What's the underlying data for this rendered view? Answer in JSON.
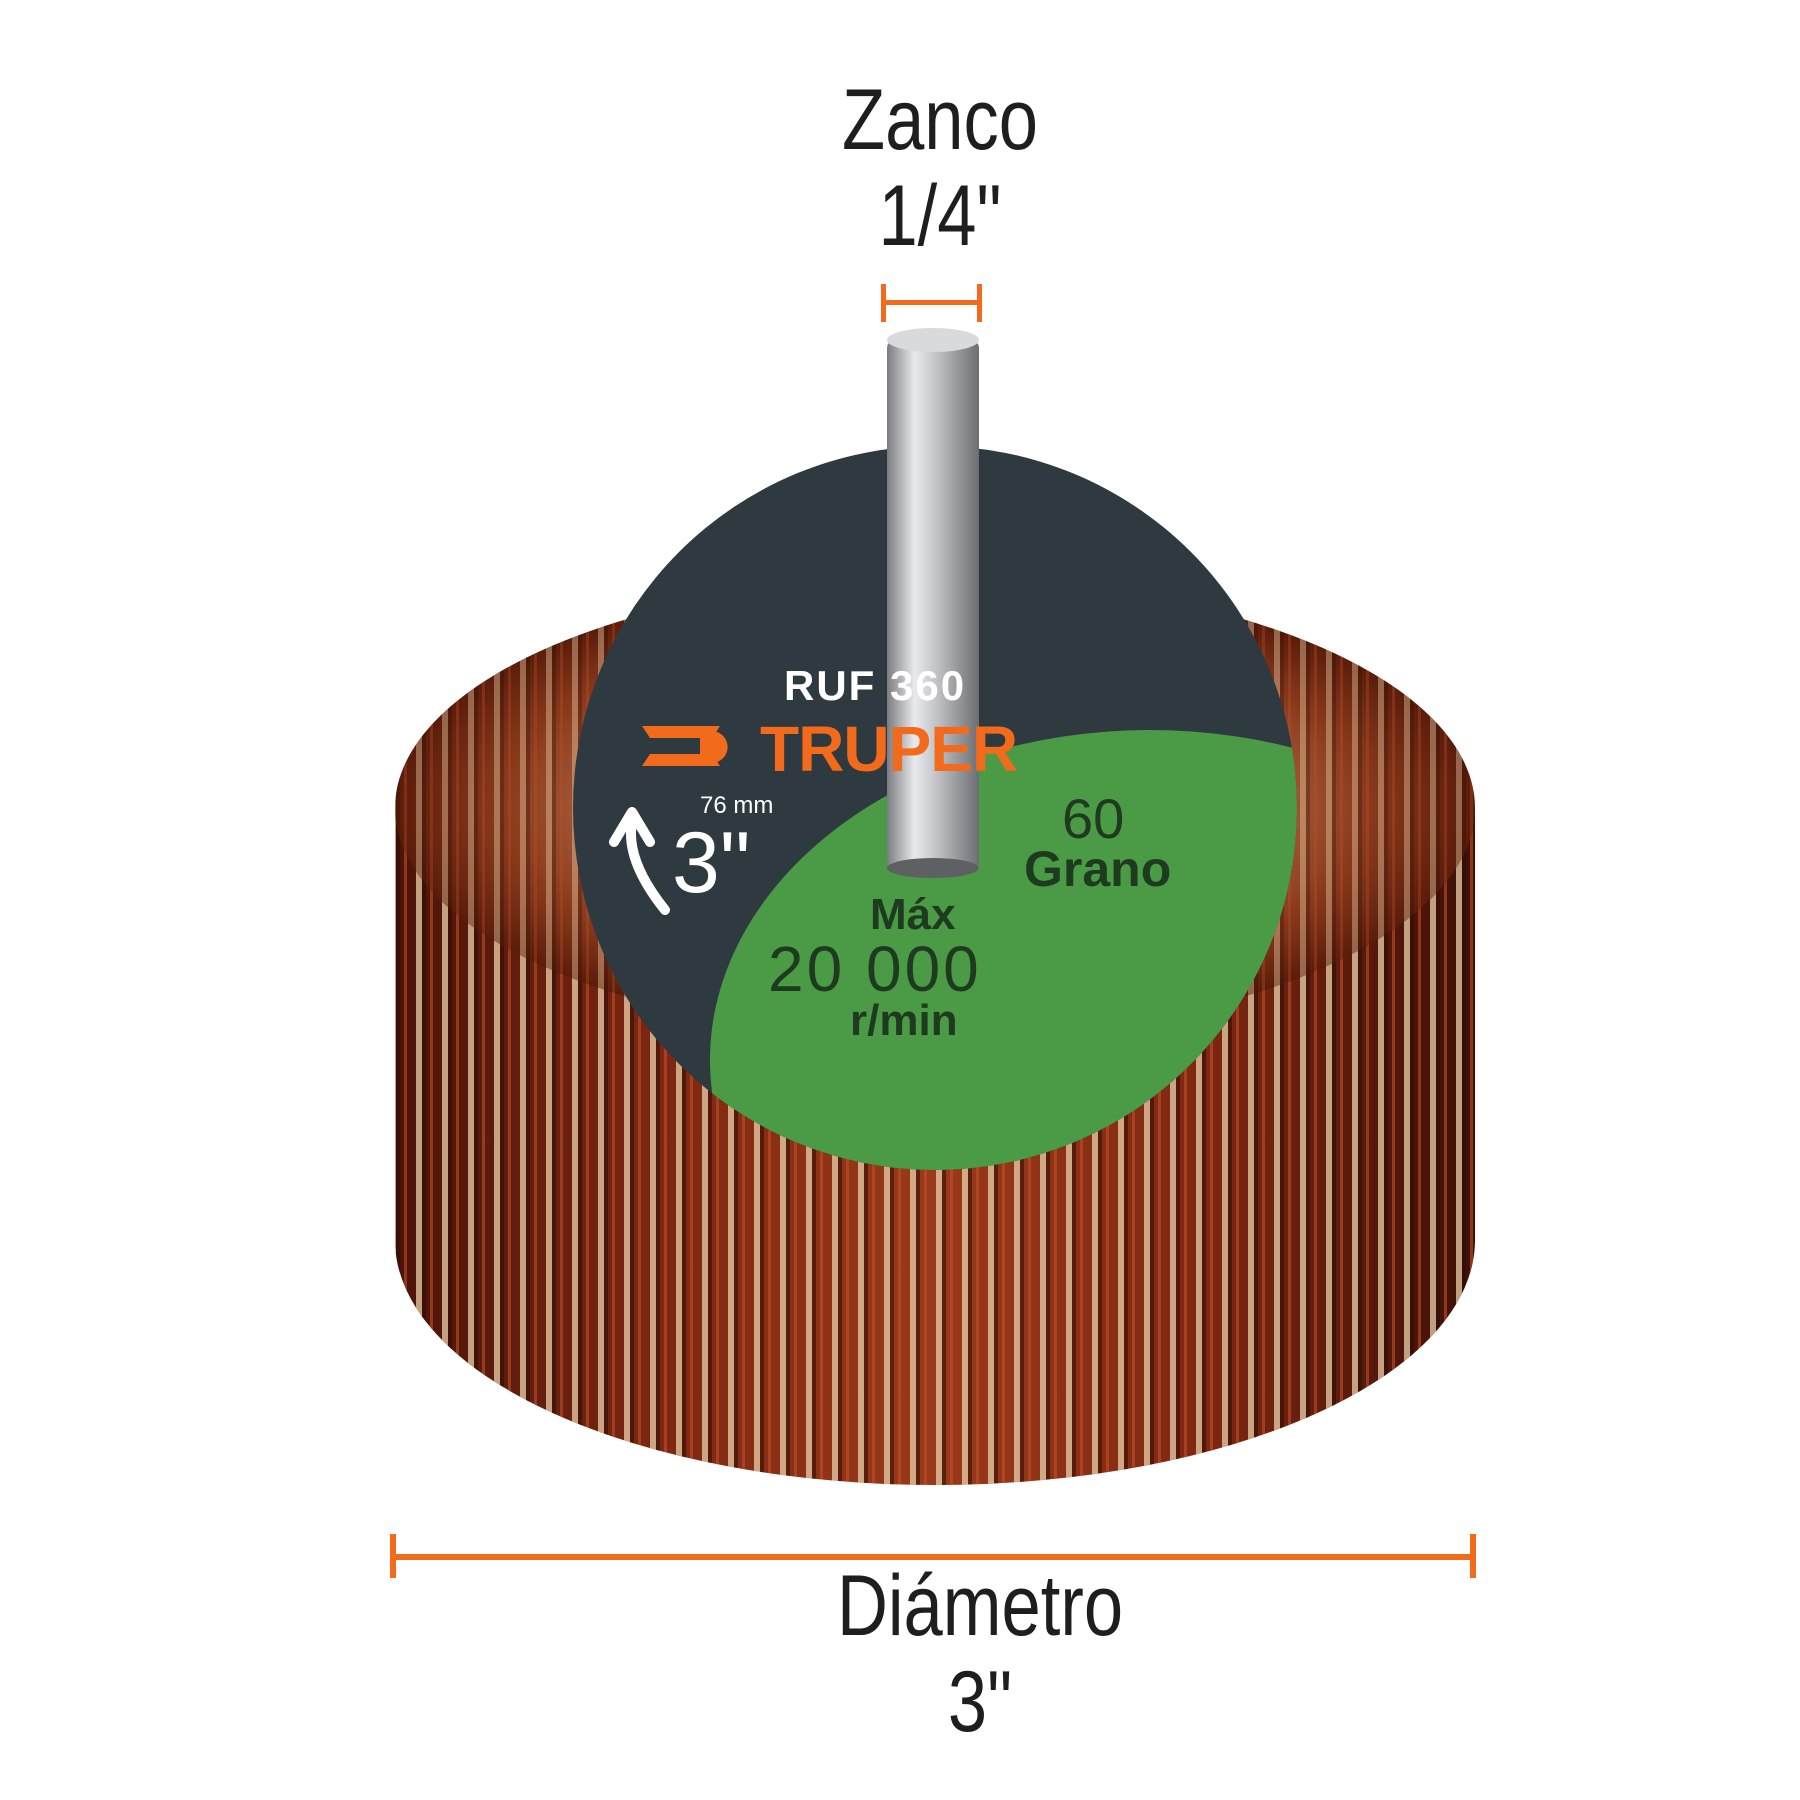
{
  "shank": {
    "label": "Zanco",
    "size": "1/4\""
  },
  "diameter": {
    "label": "Diámetro",
    "size": "3\""
  },
  "disc": {
    "model": "RUF 360",
    "brand": "TRUPER",
    "metric_size": "76 mm",
    "size": "3\"",
    "grit_number": "60",
    "grit_label": "Grano",
    "max_label": "Máx",
    "max_speed": "20 000",
    "speed_unit": "r/min"
  },
  "colors": {
    "accent": "#f26a1b",
    "disc_dark": "#2f3a40",
    "disc_green": "#4b9a45",
    "abrasive": "#8a2a12"
  }
}
